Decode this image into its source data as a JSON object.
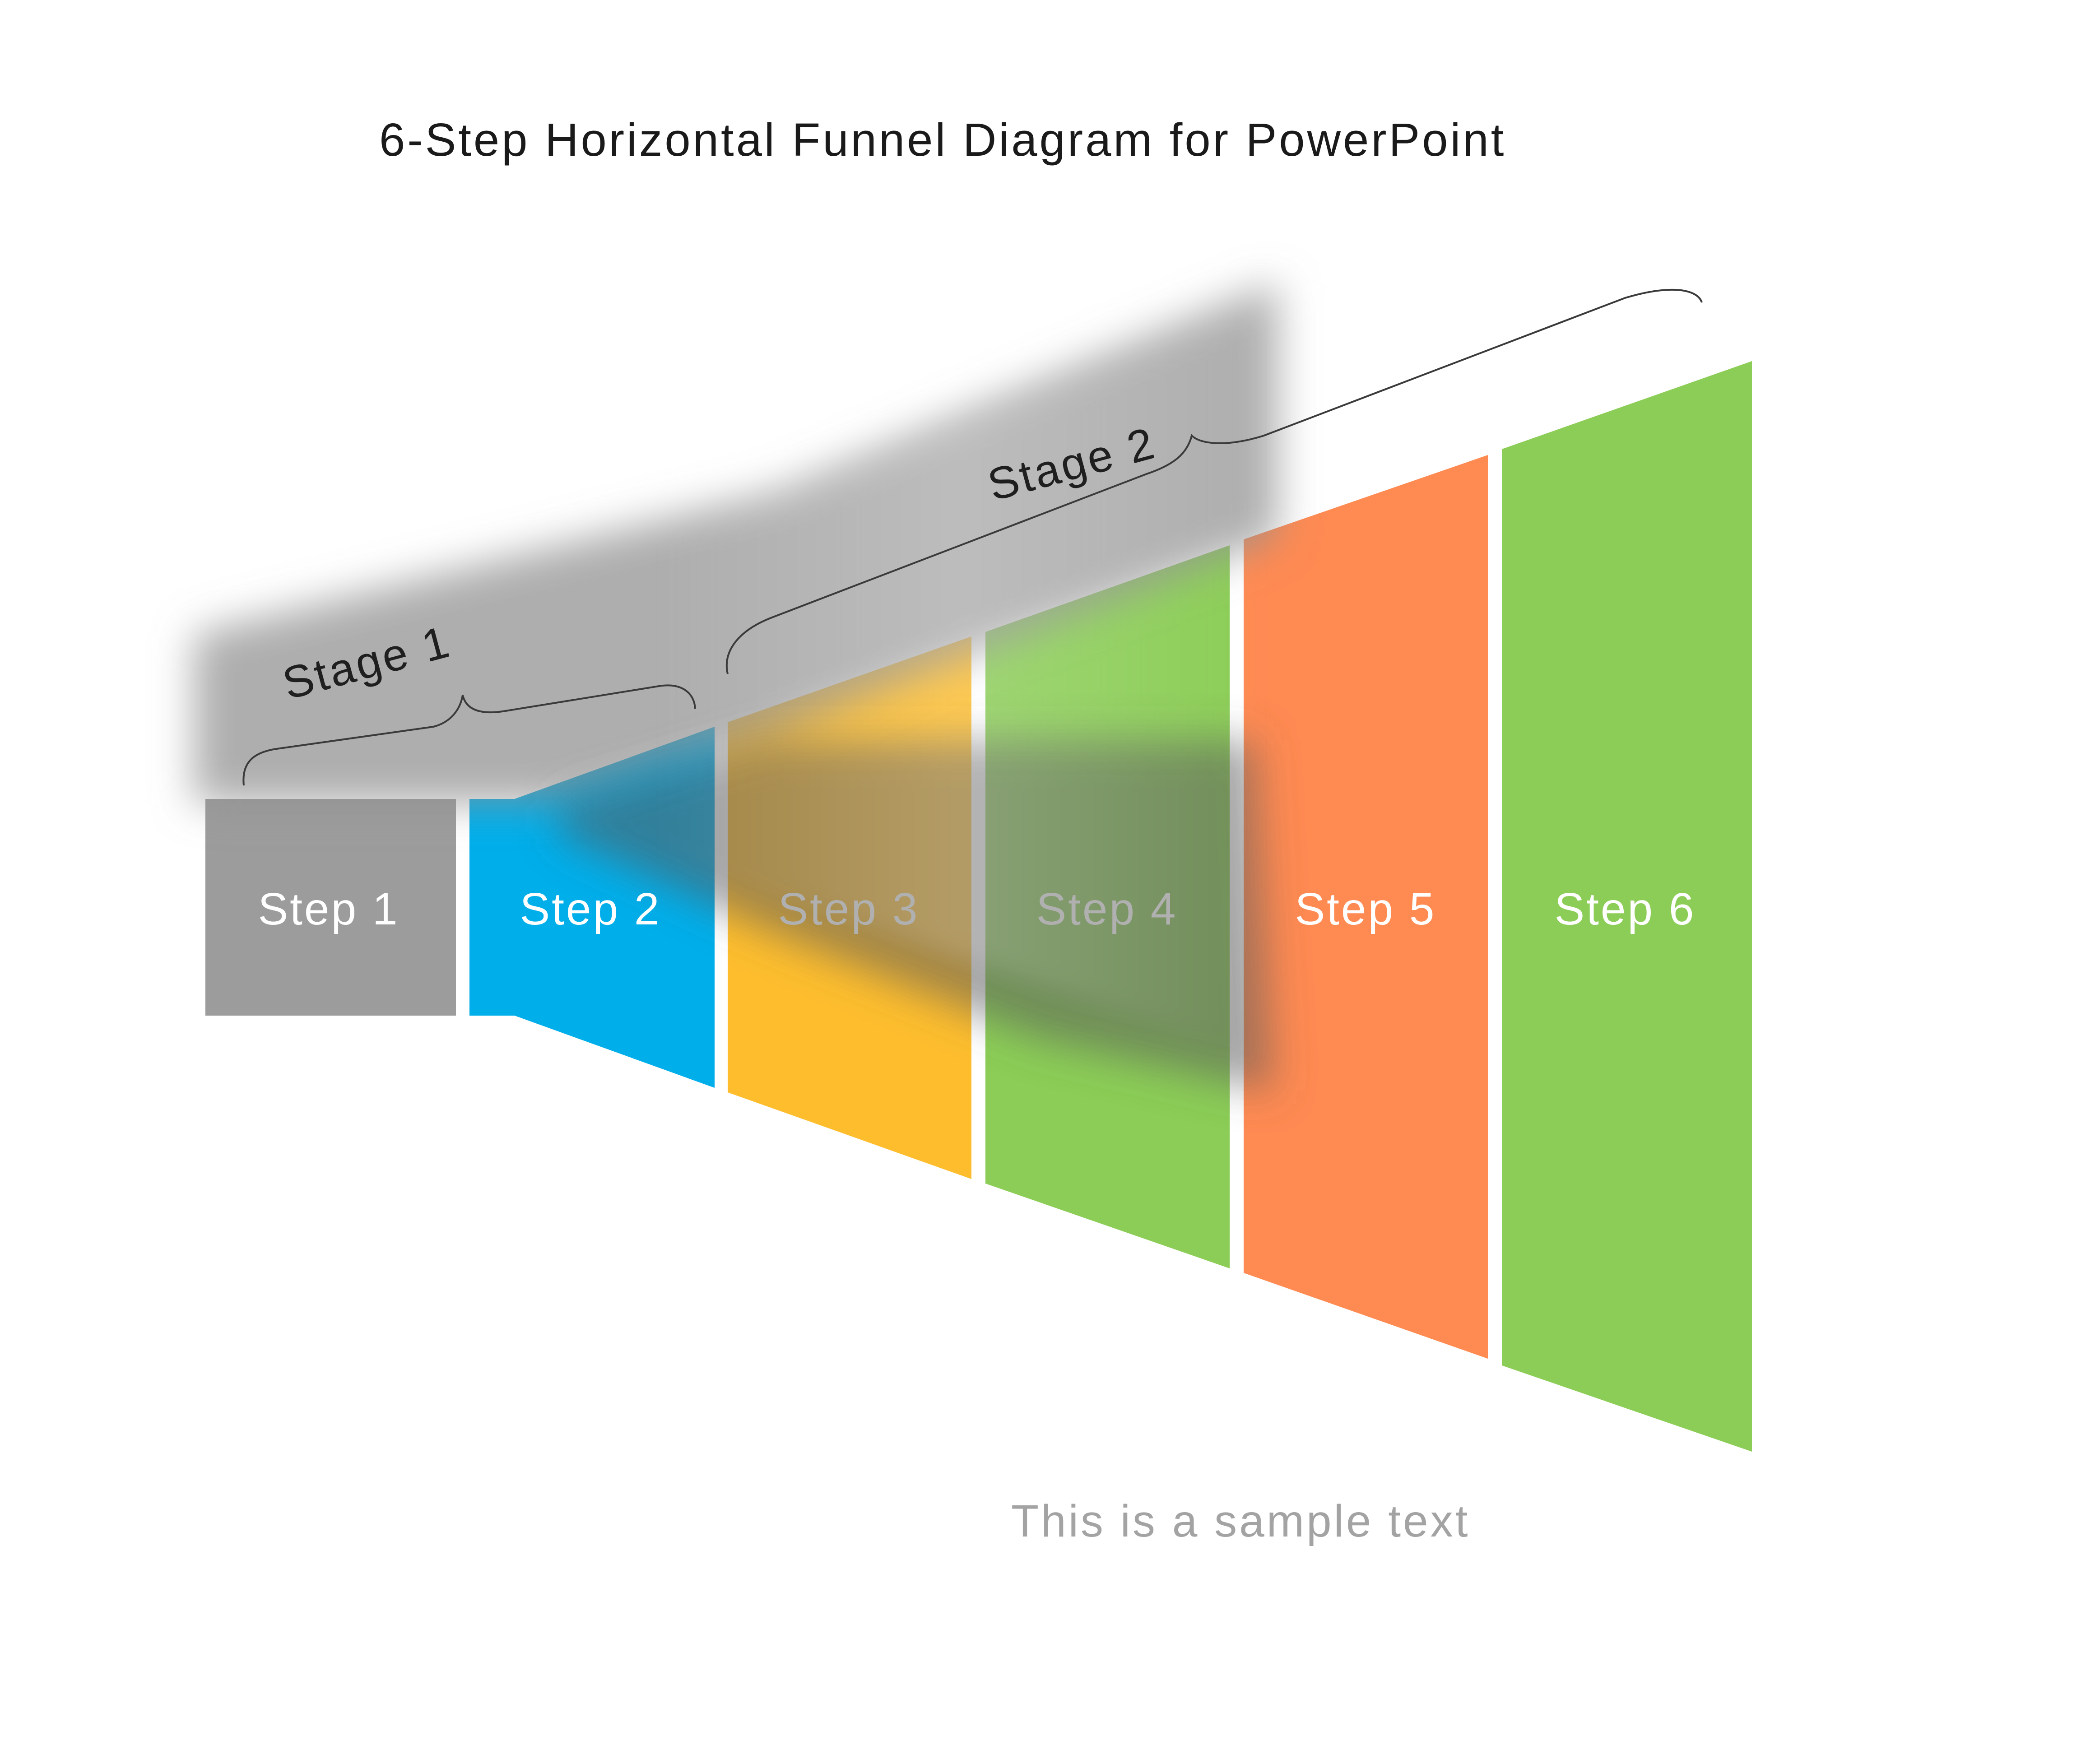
{
  "title": "6-Step Horizontal Funnel Diagram for PowerPoint",
  "colors": {
    "step1": "#9c9c9c",
    "step2": "#00aeea",
    "step3": "#fdbd2d",
    "step4": "#8bcd56",
    "step5": "#ff8a52",
    "step6": "#8bcd56",
    "shadow": "#888888",
    "note": "#a3a3a3"
  },
  "steps": [
    {
      "label": "Step 1",
      "color": "#9c9c9c"
    },
    {
      "label": "Step 2",
      "color": "#00aeea"
    },
    {
      "label": "Step 3",
      "color": "#fdbd2d"
    },
    {
      "label": "Step 4",
      "color": "#8bcd56"
    },
    {
      "label": "Step 5",
      "color": "#ff8a52"
    },
    {
      "label": "Step 6",
      "color": "#8bcd56"
    }
  ],
  "stages": [
    {
      "label": "Stage 1"
    },
    {
      "label": "Stage 2"
    }
  ],
  "note": "This is a sample text"
}
